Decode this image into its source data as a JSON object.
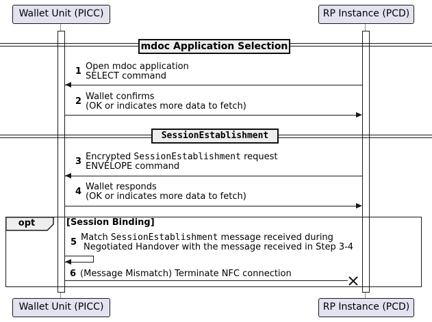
{
  "diagram": {
    "type": "sequence"
  },
  "participants": {
    "wallet": "Wallet Unit (PICC)",
    "rp": "RP Instance (PCD)"
  },
  "dividers": [
    {
      "label": "mdoc Application Selection"
    },
    {
      "label": "SessionEstablishment"
    }
  ],
  "fragment": {
    "operator": "opt",
    "guard": "[Session Binding]"
  },
  "messages": [
    {
      "num": "1",
      "line1": "Open mdoc application",
      "line2": "SELECT command",
      "from": "RP Instance (PCD)",
      "to": "Wallet Unit (PICC)"
    },
    {
      "num": "2",
      "line1": "Wallet confirms",
      "line2": "(OK or indicates more data to fetch)",
      "from": "Wallet Unit (PICC)",
      "to": "RP Instance (PCD)"
    },
    {
      "num": "3",
      "line1_pre": "Encrypted ",
      "line1_mono": "SessionEstablishment",
      "line1_post": " request",
      "line2": "ENVELOPE command",
      "from": "RP Instance (PCD)",
      "to": "Wallet Unit (PICC)"
    },
    {
      "num": "4",
      "line1": "Wallet responds",
      "line2": "(OK or indicates more data to fetch)",
      "from": "Wallet Unit (PICC)",
      "to": "RP Instance (PCD)"
    },
    {
      "num": "5",
      "line1_pre": "Match ",
      "line1_mono": "SessionEstablishment",
      "line1_post": " message received during",
      "line2": "Negotiated Handover with the message received in Step 3-4",
      "from": "Wallet Unit (PICC)",
      "to": "Wallet Unit (PICC)"
    },
    {
      "num": "6",
      "line1": "(Message Mismatch) Terminate NFC connection",
      "from": "Wallet Unit (PICC)",
      "to": "RP Instance (PCD)"
    }
  ],
  "colors": {
    "participant_fill": "#E2E2F0",
    "label_fill": "#EEEEEE",
    "line": "#181818"
  }
}
